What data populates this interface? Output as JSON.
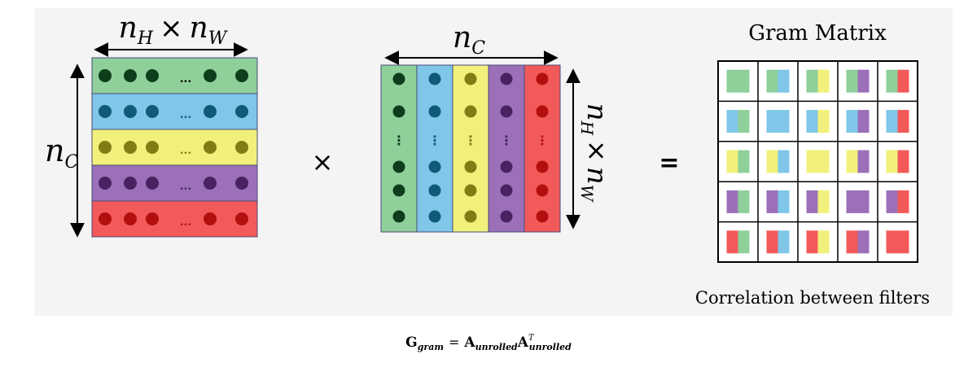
{
  "colors": {
    "green": "#8fcf9a",
    "blue": "#7fc6e8",
    "yellow": "#f1f07a",
    "purple": "#9b70b8",
    "red": "#f25a5a",
    "dot_green": "#0e3d1c",
    "dot_blue": "#0e5a78",
    "dot_yellow": "#7f7d14",
    "dot_purple": "#4a2161",
    "dot_red": "#b30f0f"
  },
  "labels": {
    "left_top": [
      "n",
      "H",
      "×",
      "n",
      "W"
    ],
    "left_side": [
      "n",
      "C"
    ],
    "middle_top": [
      "n",
      "C"
    ],
    "middle_side": [
      "n",
      "H",
      "×",
      "n",
      "W"
    ],
    "multiply": "×",
    "equals": "=",
    "gram_title": "Gram Matrix",
    "gram_caption": "Correlation between filters",
    "ellipsis": "...",
    "vertical_ellipsis": "⋮"
  },
  "formula": {
    "G": "G",
    "G_sub": "gram",
    "eq": "=",
    "A": "A",
    "A_sub": "unrolled",
    "A2": "A",
    "A2_sub": "unrolled",
    "A2_sup": "T"
  }
}
